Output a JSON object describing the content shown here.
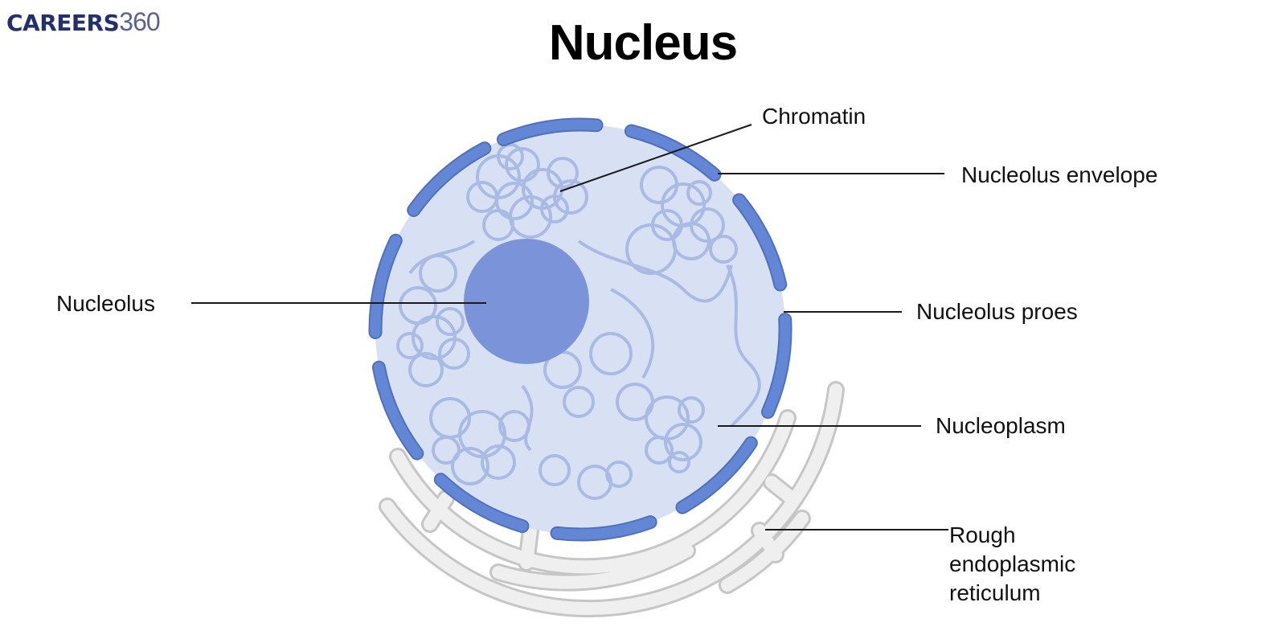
{
  "logo": {
    "brand": "CAREERS",
    "number": "360"
  },
  "title": "Nucleus",
  "colors": {
    "nucleoplasm": "#d8e1f4",
    "envelope": "#6487d5",
    "envelope_stroke": "#4f6fc0",
    "nucleolus": "#7b93d8",
    "chromatin": "#a8b8e4",
    "er_fill": "#efefef",
    "er_stroke": "#c6c6c6",
    "leader": "#1a1a1a"
  },
  "labels": {
    "chromatin": "Chromatin",
    "nucleolus_envelope": "Nucleolus envelope",
    "nucleolus": "Nucleolus",
    "nucleolus_pores": "Nucleolus proes",
    "nucleoplasm": "Nucleoplasm",
    "rough_er": "Rough endoplasmic reticulum"
  }
}
